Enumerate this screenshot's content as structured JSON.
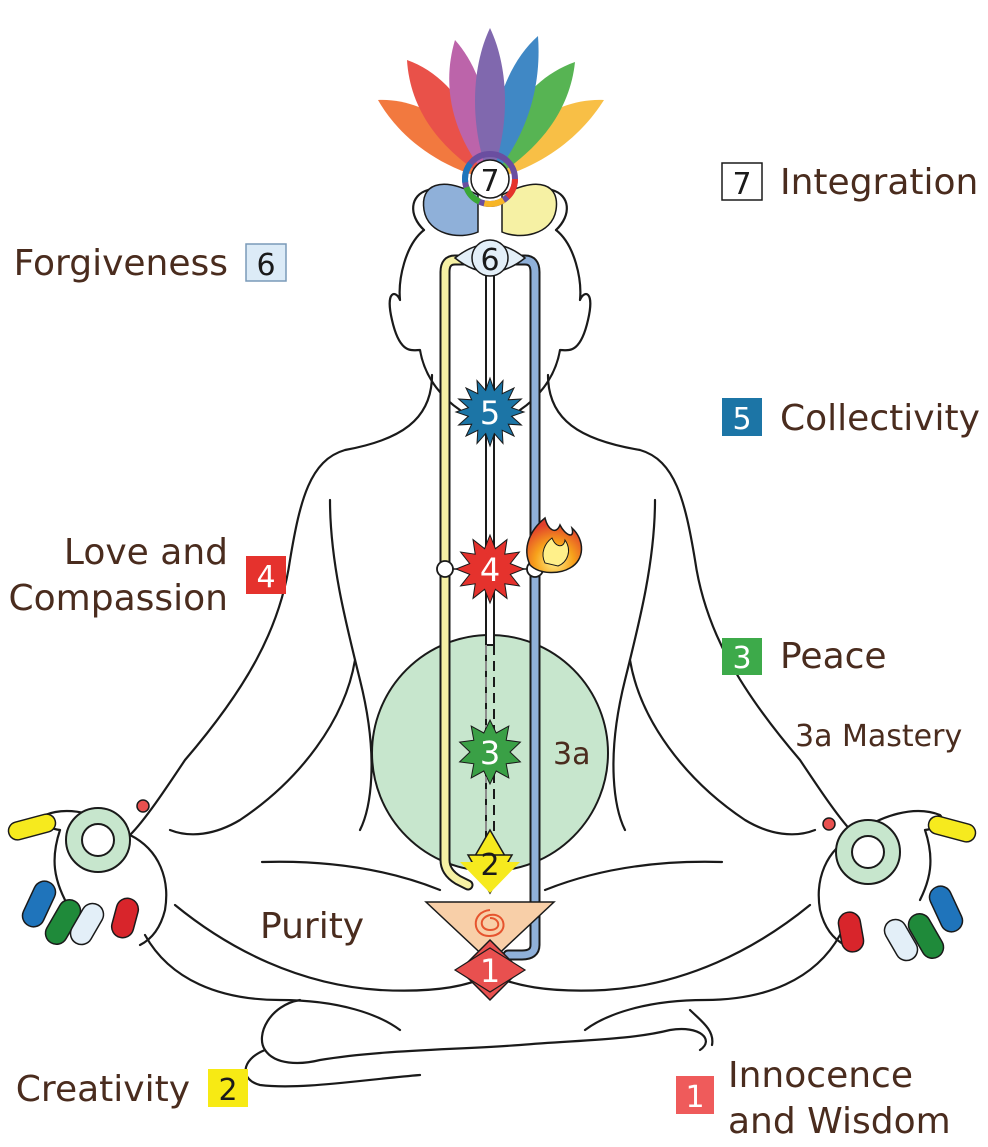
{
  "chakras": {
    "c1": {
      "number": "1",
      "color": "#e8504f"
    },
    "c2": {
      "number": "2",
      "color": "#f6ea1e"
    },
    "c3": {
      "number": "3",
      "color": "#3aa046"
    },
    "c4": {
      "number": "4",
      "color": "#e5322d"
    },
    "c5": {
      "number": "5",
      "color": "#1c75a6"
    },
    "c6": {
      "number": "6",
      "color": "#e3eff8"
    },
    "c7": {
      "number": "7",
      "color": "#ffffff"
    },
    "void_label": "3a"
  },
  "labels": {
    "integration": {
      "number": "7",
      "text": "Integration",
      "badge_color": "#ffffff"
    },
    "forgiveness": {
      "number": "6",
      "text": "Forgiveness",
      "badge_color": "#dcebf7"
    },
    "collectivity": {
      "number": "5",
      "text": "Collectivity",
      "badge_color": "#1c75a6"
    },
    "love": {
      "number": "4",
      "line1": "Love and",
      "line2": "Compassion",
      "badge_color": "#e5322d"
    },
    "peace": {
      "number": "3",
      "text": "Peace",
      "badge_color": "#3daa4a"
    },
    "mastery": {
      "text": "3a Mastery"
    },
    "purity": {
      "text": "Purity"
    },
    "creativity": {
      "number": "2",
      "text": "Creativity",
      "badge_color": "#f7ea14"
    },
    "innocence": {
      "number": "1",
      "line1": "Innocence",
      "line2": "and Wisdom",
      "badge_color": "#ef5b5b"
    }
  },
  "colors": {
    "text": "#4a2c1e",
    "outline": "#1a1a1a",
    "left_channel": "#f6f1a4",
    "right_channel": "#8fb0d9",
    "void": "#c7e6cd"
  }
}
